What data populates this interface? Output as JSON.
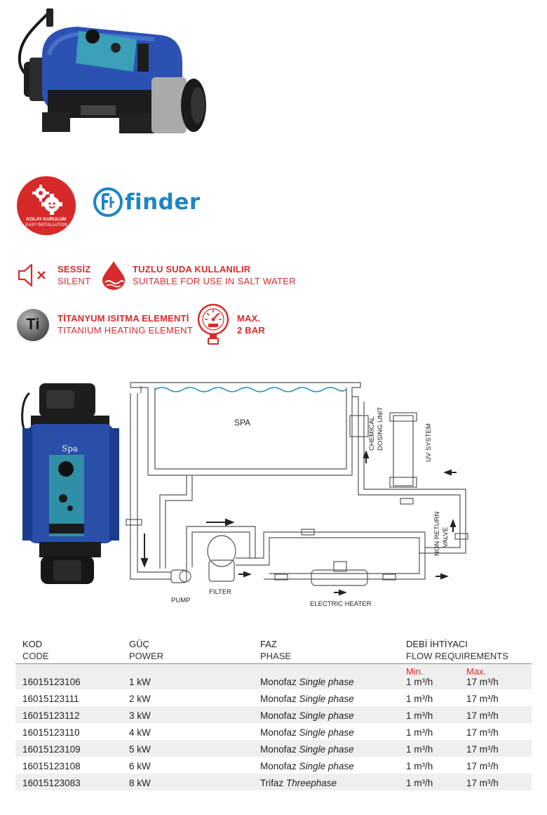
{
  "brand": {
    "logo_text": "finder"
  },
  "badge": {
    "line1": "KOLAY KURULUM",
    "line2": "EASY INSTALLATION"
  },
  "features": [
    {
      "icon": "speaker-muted-icon",
      "tr": "SESSİZ",
      "en": "SILENT"
    },
    {
      "icon": "salt-water-drop-icon",
      "tr": "TUZLU SUDA KULLANILIR",
      "en": "SUITABLE FOR USE IN SALT WATER"
    },
    {
      "icon": "titanium-icon",
      "icon_text": "Ti",
      "tr": "TİTANYUM ISITMA ELEMENTİ",
      "en": "TITANIUM HEATING ELEMENT"
    },
    {
      "icon": "pressure-gauge-icon",
      "tr": "MAX.",
      "en": "2 BAR"
    }
  ],
  "product": {
    "side_label": "Spa"
  },
  "diagram": {
    "spa": "SPA",
    "chemical_1": "CHEMICAL",
    "chemical_2": "DOSING UNIT",
    "uv": "UV SYSTEM",
    "nrv_1": "NON RETURN",
    "nrv_2": "VALVE",
    "pump": "PUMP",
    "filter": "FILTER",
    "heater": "ELECTRIC HEATER"
  },
  "table": {
    "headers": {
      "code_tr": "KOD",
      "code_en": "CODE",
      "power_tr": "GÜÇ",
      "power_en": "POWER",
      "phase_tr": "FAZ",
      "phase_en": "PHASE",
      "flow_tr": "DEBİ İHTİYACI",
      "flow_en": "FLOW REQUIREMENTS"
    },
    "min_label": "Min.",
    "max_label": "Max.",
    "rows": [
      {
        "code": "16015123106",
        "power": "1 kW",
        "phase_tr": "Monofaz",
        "phase_en": "Single phase",
        "min": "1 m³/h",
        "max": "17 m³/h"
      },
      {
        "code": "16015123111",
        "power": "2 kW",
        "phase_tr": "Monofaz",
        "phase_en": "Single phase",
        "min": "1 m³/h",
        "max": "17 m³/h"
      },
      {
        "code": "16015123112",
        "power": "3 kW",
        "phase_tr": "Monofaz",
        "phase_en": "Single phase",
        "min": "1 m³/h",
        "max": "17 m³/h"
      },
      {
        "code": "16015123110",
        "power": "4 kW",
        "phase_tr": "Monofaz",
        "phase_en": "Single phase",
        "min": "1 m³/h",
        "max": "17 m³/h"
      },
      {
        "code": "16015123109",
        "power": "5 kW",
        "phase_tr": "Monofaz",
        "phase_en": "Single phase",
        "min": "1 m³/h",
        "max": "17 m³/h"
      },
      {
        "code": "16015123108",
        "power": "6 kW",
        "phase_tr": "Monofaz",
        "phase_en": "Single phase",
        "min": "1 m³/h",
        "max": "17 m³/h"
      },
      {
        "code": "16015123083",
        "power": "8 kW",
        "phase_tr": "Trifaz",
        "phase_en": "Threephase",
        "min": "1 m³/h",
        "max": "17 m³/h"
      }
    ]
  },
  "colors": {
    "accent_red": "#d92b2b",
    "finder_blue": "#1b86c7",
    "heater_blue": "#2a4fa8"
  }
}
